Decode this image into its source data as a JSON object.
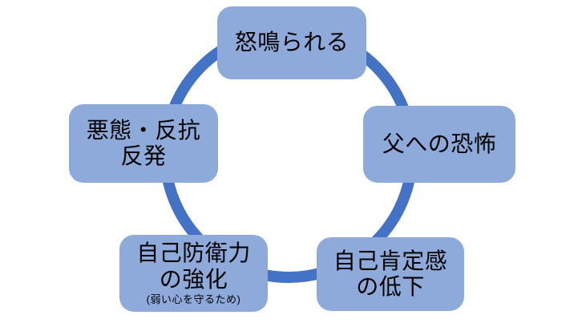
{
  "diagram": {
    "type": "cycle",
    "background_color": "#ffffff",
    "ring_color": "#4472C4",
    "node_fill_color": "#8EAADB",
    "text_color": "#000000",
    "nodes": [
      {
        "id": "yelled-at",
        "position": "top",
        "lines": [
          "怒鳴られる"
        ]
      },
      {
        "id": "fear-of-father",
        "position": "right",
        "lines": [
          "父への恐怖"
        ]
      },
      {
        "id": "self-esteem-decline",
        "position": "bottom-right",
        "lines": [
          "自己肯定感",
          "の低下"
        ]
      },
      {
        "id": "self-defense-strengthen",
        "position": "bottom-left",
        "lines": [
          "自己防衛力",
          "の強化"
        ],
        "note": "(弱い心を守るため)"
      },
      {
        "id": "rebellion-backlash",
        "position": "left",
        "lines": [
          "悪態・反抗",
          "反発"
        ]
      }
    ]
  }
}
